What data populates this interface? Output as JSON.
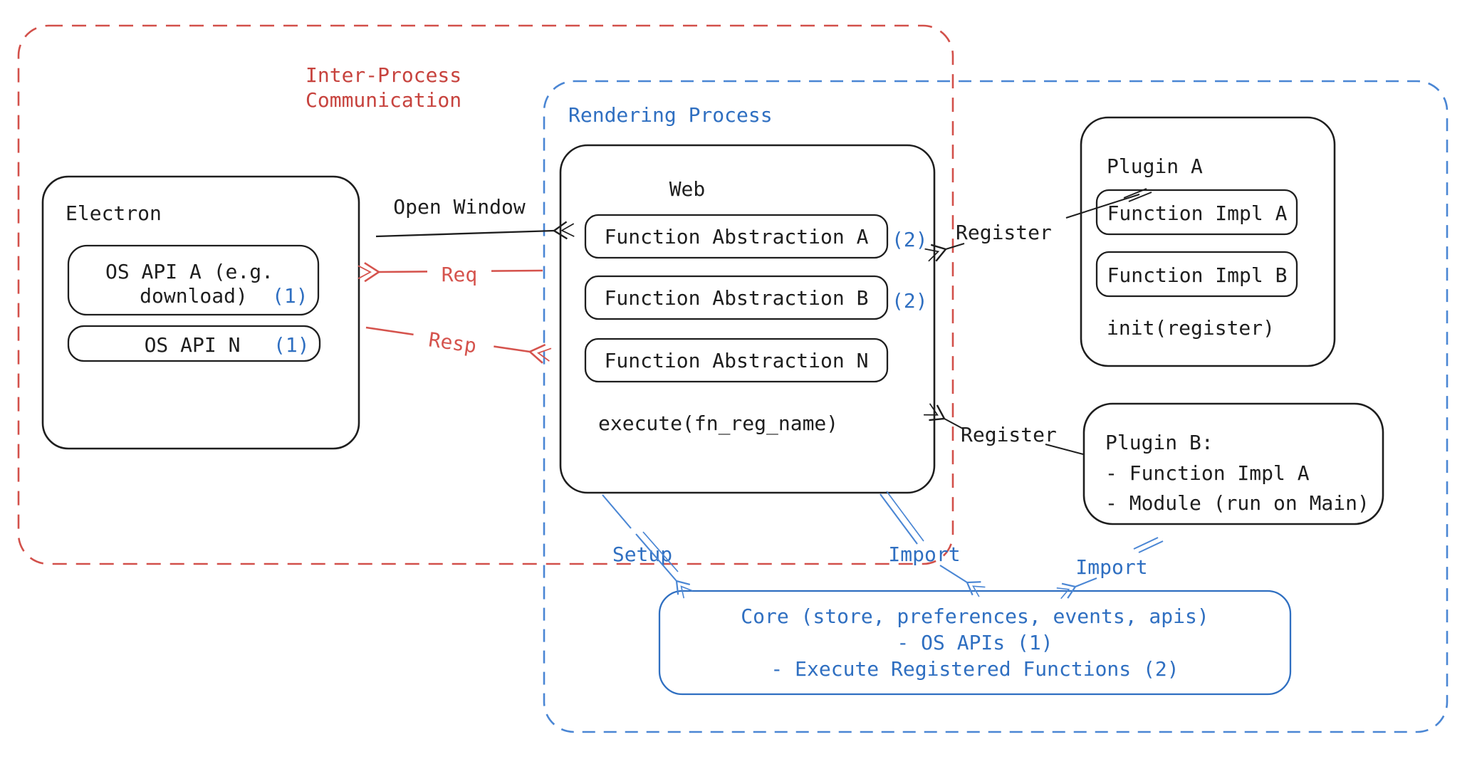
{
  "colors": {
    "black": "#1e1e1e",
    "red": "#c7433e",
    "red_light": "#d5534d",
    "red_dash": "#d2504a",
    "blue": "#2f6fc1",
    "blue_arrow": "#4a86d4",
    "blue_dash": "#4a86d4",
    "white": "#ffffff"
  },
  "ipc": {
    "line1": "Inter-Process",
    "line2": "Communication"
  },
  "rendering": {
    "label": "Rendering Process"
  },
  "electron": {
    "title": "Electron",
    "os_api_a_line1": "OS API A (e.g.",
    "os_api_a_line2": "download)",
    "os_api_a_ref": "(1)",
    "os_api_n_label": "OS API N",
    "os_api_n_ref": "(1)"
  },
  "web": {
    "title": "Web",
    "fn_a_label": "Function Abstraction A",
    "fn_a_ref": "(2)",
    "fn_b_label": "Function Abstraction B",
    "fn_b_ref": "(2)",
    "fn_n_label": "Function Abstraction N",
    "execute_label": "execute(fn_reg_name)"
  },
  "plugin_a": {
    "title": "Plugin A",
    "impl_a_label": "Function Impl A",
    "impl_b_label": "Function Impl B",
    "init_label": "init(register)"
  },
  "plugin_b": {
    "title": "Plugin B:",
    "item_1": "- Function Impl A",
    "item_2": "- Module (run on Main)"
  },
  "core": {
    "line1": "Core (store, preferences, events, apis)",
    "line2": "- OS APIs (1)",
    "line3": "- Execute Registered Functions (2)"
  },
  "labels": {
    "open_window": "Open Window",
    "req": "Req",
    "resp": "Resp",
    "register_top": "Register",
    "register_bottom": "Register",
    "setup": "Setup",
    "import_web": "Import",
    "import_plugin": "Import"
  }
}
